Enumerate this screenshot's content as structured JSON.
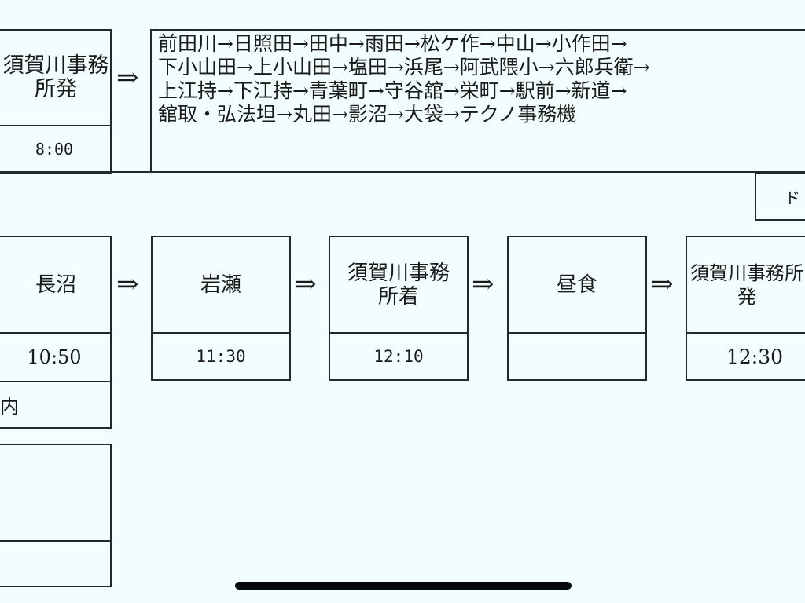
{
  "row1": {
    "origin": {
      "label": "須賀川事務\n所発",
      "time": "8:00"
    },
    "arrow": "⇒",
    "route_lines": [
      "前田川→日照田→田中→雨田→松ケ作→中山→小作田→",
      "下小山田→上小山田→塩田→浜尾→阿武隈小→六郎兵衛→",
      "上江持→下江持→青葉町→守谷舘→栄町→駅前→新道→",
      "舘取・弘法坦→丸田→影沼→大袋→テクノ事務機"
    ],
    "side_box_label": "ド"
  },
  "row2": {
    "stops": [
      {
        "label": "長沼",
        "time": "10:50",
        "note": "内"
      },
      {
        "label": "岩瀬",
        "time": "11:30"
      },
      {
        "label": "須賀川事務\n所着",
        "time": "12:10"
      },
      {
        "label": "昼食",
        "time": ""
      },
      {
        "label": "須賀川事務所\n発",
        "time": "12:30"
      }
    ],
    "arrow": "⇒"
  },
  "row3": {
    "empty_box": {
      "label": "",
      "time": ""
    }
  }
}
